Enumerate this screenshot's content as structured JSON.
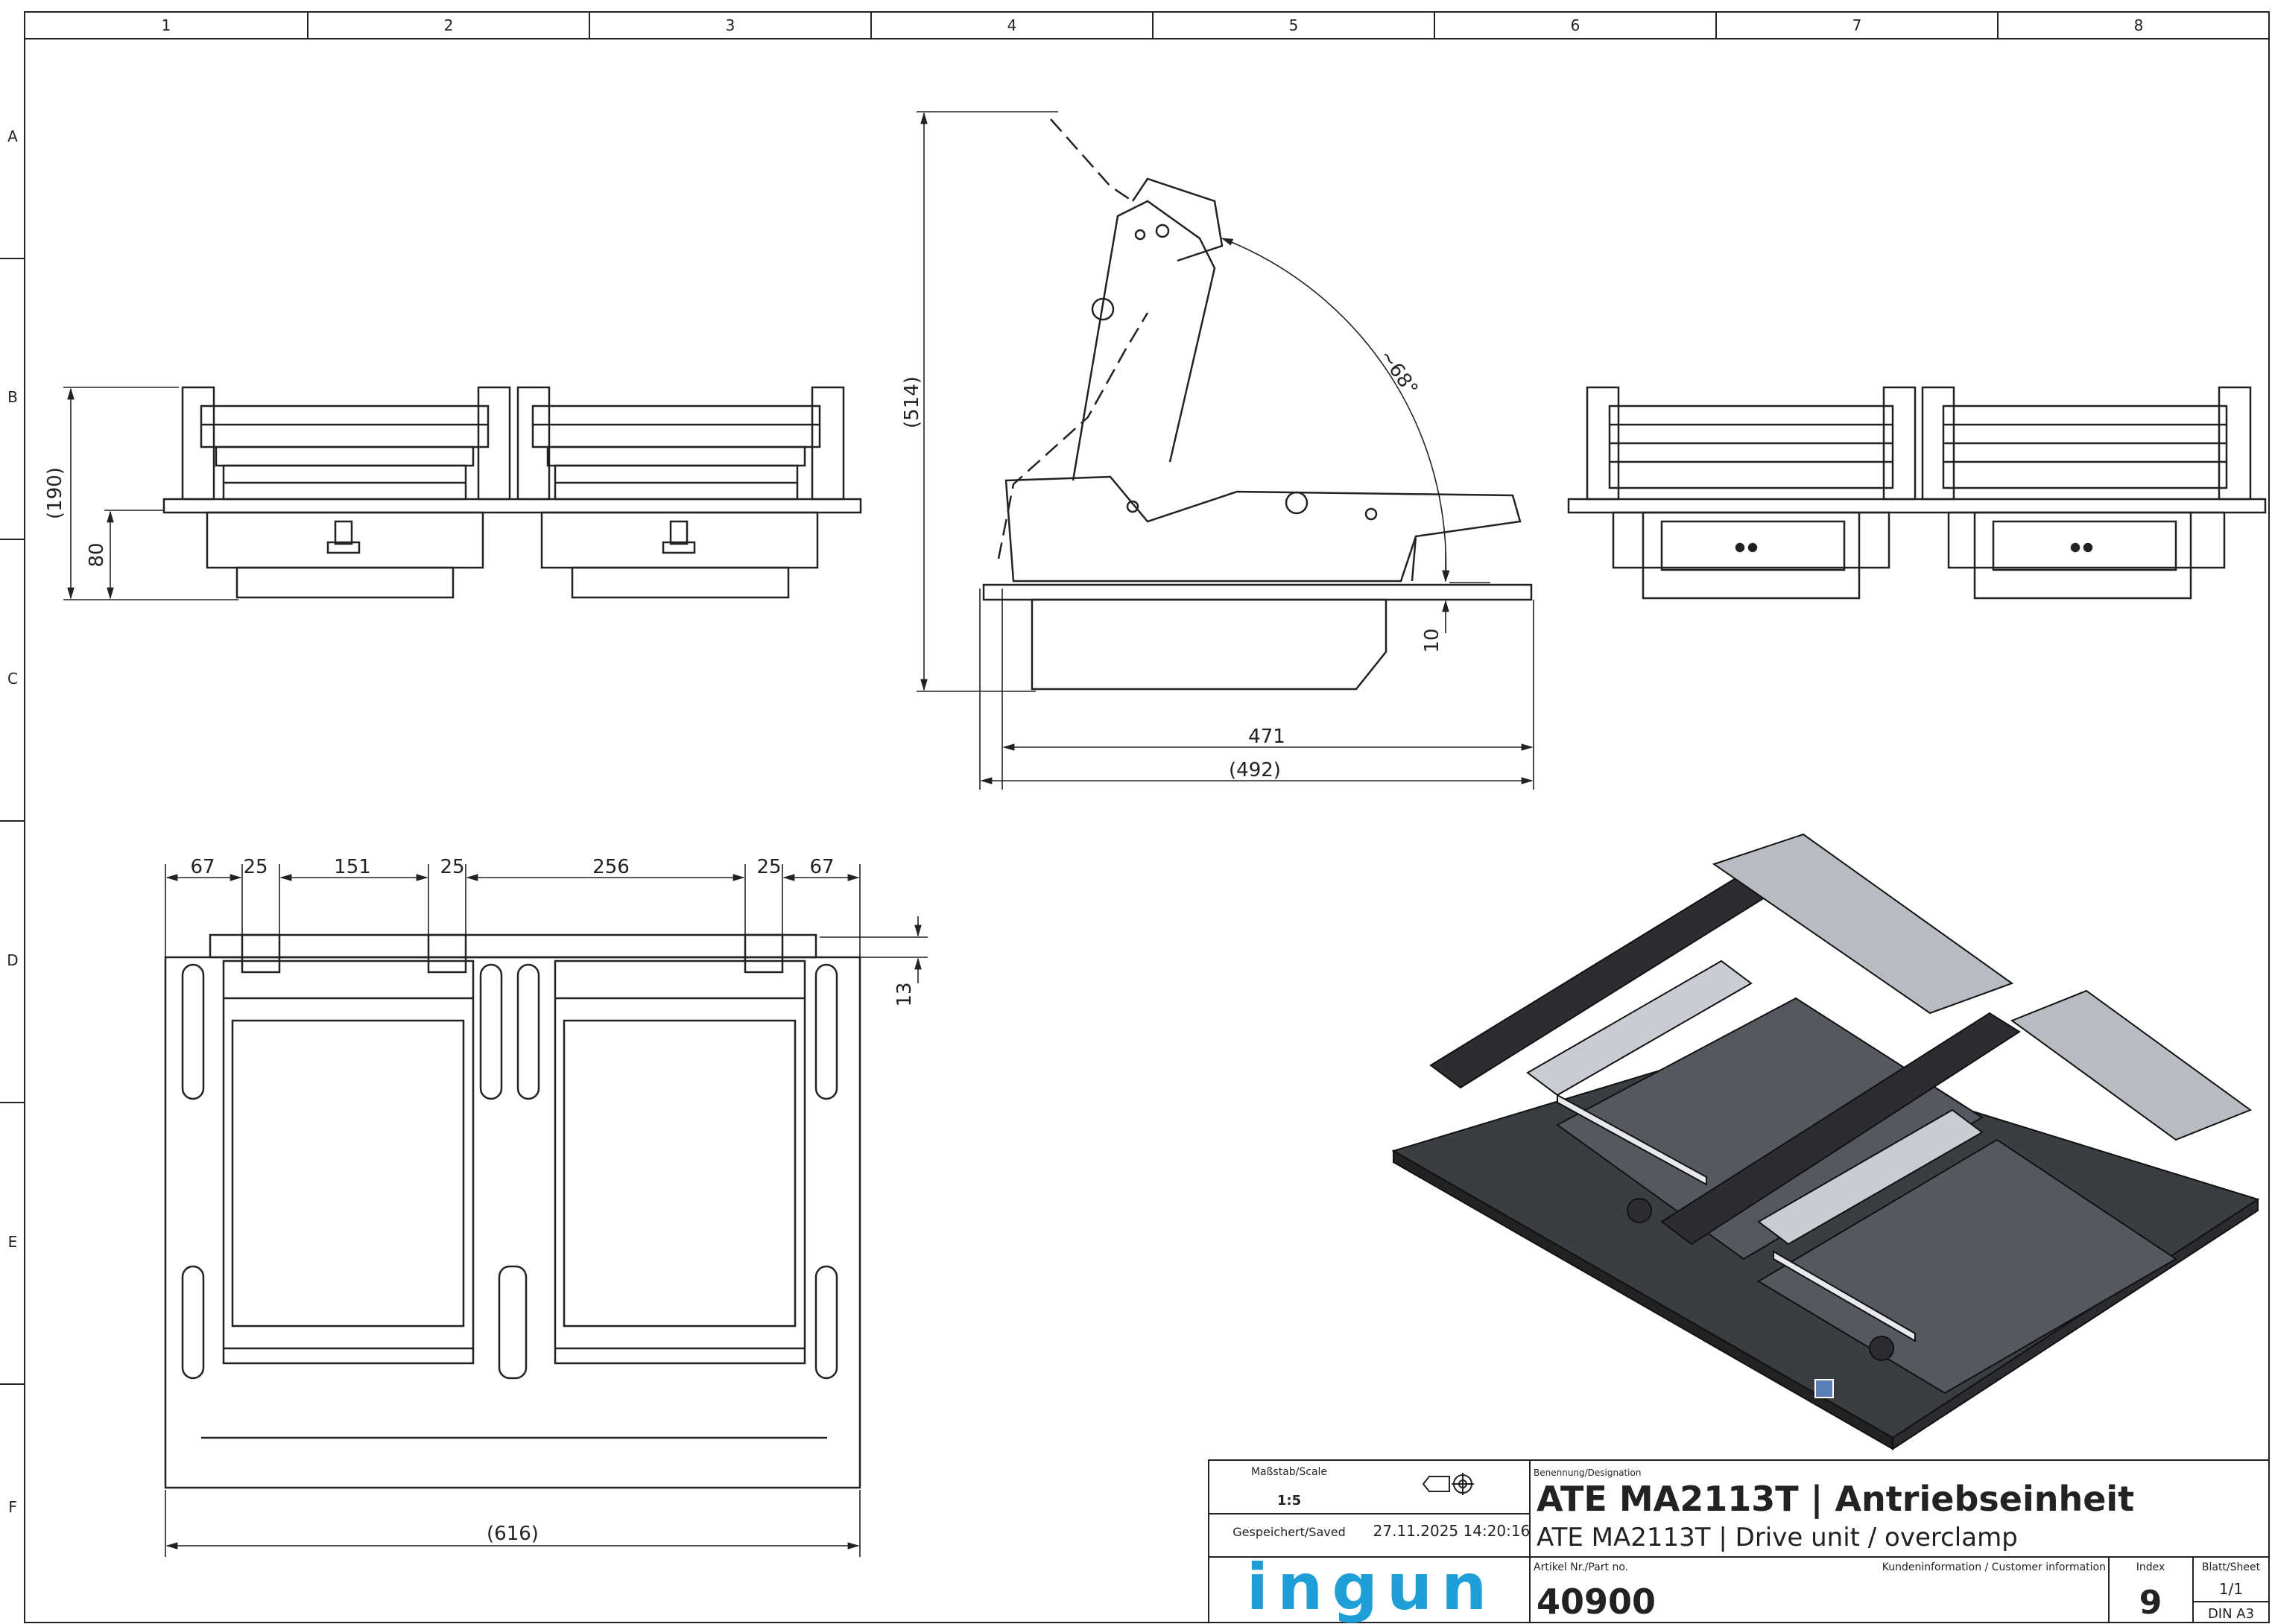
{
  "grid": {
    "columns": [
      "1",
      "2",
      "3",
      "4",
      "5",
      "6",
      "7",
      "8"
    ],
    "rows": [
      "A",
      "B",
      "C",
      "D",
      "E",
      "F"
    ]
  },
  "dimensions": {
    "side_height_total": "(190)",
    "side_height_base": "80",
    "side_total_height": "(514)",
    "side_angle": "~68°",
    "side_clearance": "10",
    "side_width_inner": "471",
    "side_width_total": "(492)",
    "top_67_left": "67",
    "top_25_a": "25",
    "top_151": "151",
    "top_25_b": "25",
    "top_256": "256",
    "top_25_c": "25",
    "top_67_right": "67",
    "top_13": "13",
    "top_width_total": "(616)"
  },
  "title_block": {
    "scale_label": "Maßstab/Scale",
    "scale_value": "1:5",
    "saved_label": "Gespeichert/Saved",
    "saved_value": "27.11.2025 14:20:16",
    "designation_label": "Benennung/Designation",
    "title_de": "ATE MA2113T | Antriebseinheit",
    "title_en": "ATE MA2113T | Drive unit / overclamp",
    "part_label": "Artikel Nr./Part no.",
    "part_no": "40900",
    "customer_label": "Kundeninformation / Customer information",
    "index_label": "Index",
    "index_value": "9",
    "sheet_label": "Blatt/Sheet",
    "sheet_value": "1/1",
    "format_value": "DIN A3",
    "logo_text": "ingun"
  },
  "colors": {
    "line": "#222222",
    "logo": "#1f9fd8",
    "iso_dark": "#3a3d42",
    "iso_rail": "#b7bcc3"
  }
}
